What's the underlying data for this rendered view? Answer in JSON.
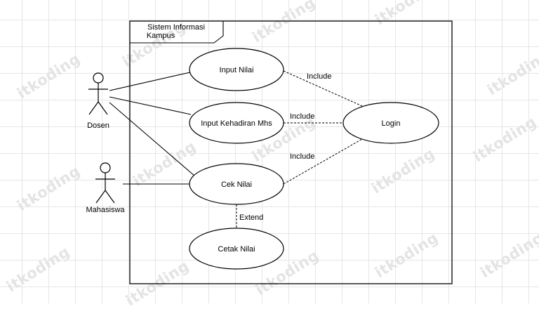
{
  "watermark": {
    "text": "itkoding"
  },
  "system": {
    "title_line1": "Sistem Informasi",
    "title_line2": "Kampus"
  },
  "actors": {
    "dosen": "Dosen",
    "mahasiswa": "Mahasiswa"
  },
  "use_cases": {
    "input_nilai": "Input Nilai",
    "input_kehadiran": "Input Kehadiran Mhs",
    "cek_nilai": "Cek Nilai",
    "cetak_nilai": "Cetak Nilai",
    "login": "Login"
  },
  "relations": {
    "include_1": "Include",
    "include_2": "Include",
    "include_3": "Include",
    "extend": "Extend"
  }
}
